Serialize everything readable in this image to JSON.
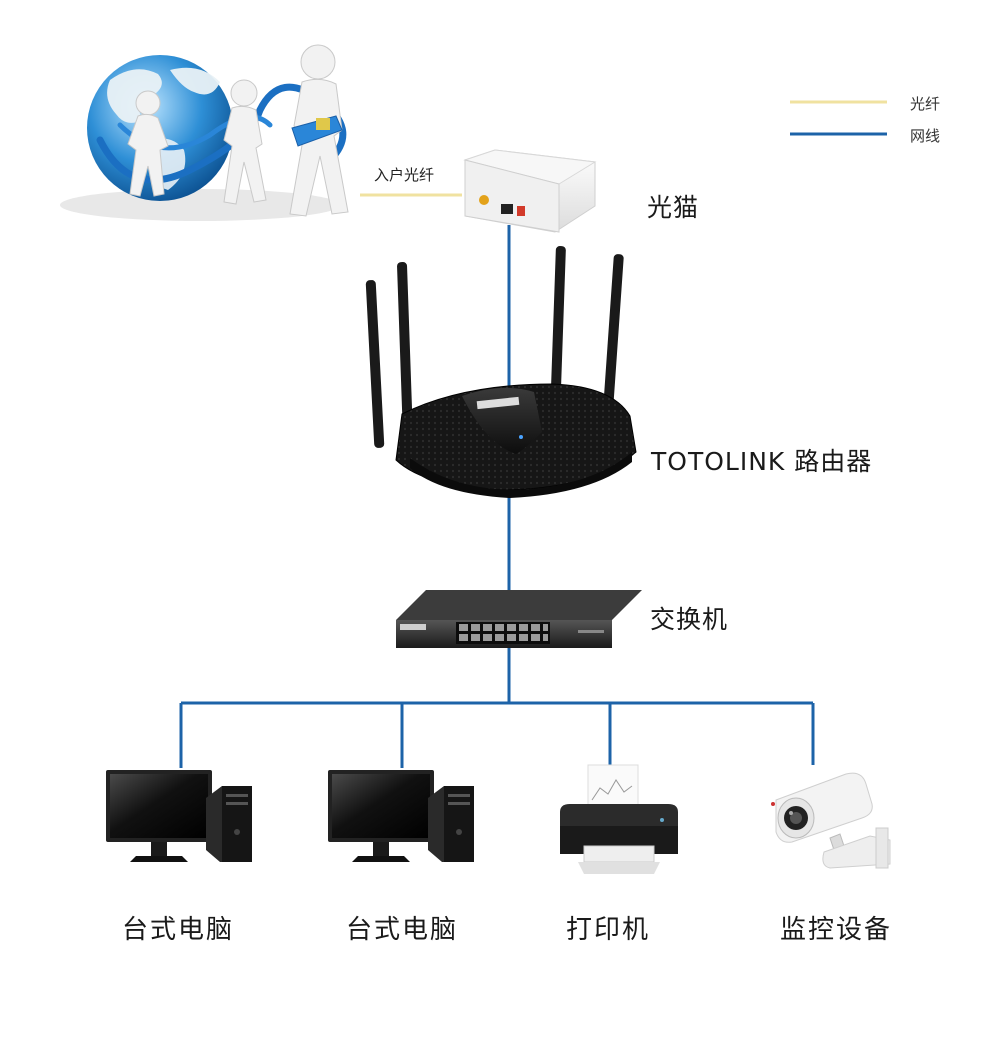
{
  "legend": {
    "fiber": {
      "label": "光纤",
      "color": "#f0e2a0"
    },
    "lan": {
      "label": "网线",
      "color": "#1d63a8"
    }
  },
  "internet": {
    "icon": "globe-people-icon"
  },
  "fiber_in_label": "入户光纤",
  "modem": {
    "label": "光猫",
    "icon": "optical-modem-icon"
  },
  "router": {
    "label": "TOTOLINK 路由器",
    "icon": "router-icon"
  },
  "switch": {
    "label": "交换机",
    "icon": "network-switch-icon"
  },
  "devices": [
    {
      "label": "台式电脑",
      "icon": "desktop-computer-icon"
    },
    {
      "label": "台式电脑",
      "icon": "desktop-computer-icon"
    },
    {
      "label": "打印机",
      "icon": "printer-icon"
    },
    {
      "label": "监控设备",
      "icon": "security-camera-icon"
    }
  ]
}
